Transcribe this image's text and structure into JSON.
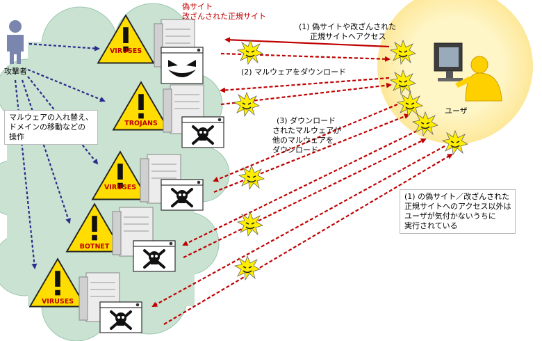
{
  "attacker": {
    "label": "攻撃者"
  },
  "user": {
    "label": "ユーザ"
  },
  "title": {
    "line1": "偽サイト",
    "line2": "改ざんされた正規サイト"
  },
  "note_attacker": {
    "line1": "マルウェアの入れ替え、",
    "line2": "ドメインの移動などの",
    "line3": "操作"
  },
  "step1": {
    "line1": "(1) 偽サイトや改ざんされた",
    "line2": "正規サイトへアクセス"
  },
  "step2": {
    "label": "(2) マルウェアをダウンロード"
  },
  "step3": {
    "line1": "(3) ダウンロード",
    "line2": "されたマルウェアが",
    "line3": "他のマルウェアを",
    "line4": "ダウンロード"
  },
  "note_bottom": {
    "line1": "(1) の偽サイト／改ざんされた",
    "line2": "正規サイトへのアクセス以外は",
    "line3": "ユーザが気付かないうちに",
    "line4": "実行されている"
  },
  "warnings": [
    {
      "label": "VIRUSES"
    },
    {
      "label": "TROJANS"
    },
    {
      "label": "VIRUSES"
    },
    {
      "label": "BOTNET"
    },
    {
      "label": "VIRUSES"
    }
  ],
  "colors": {
    "cloud": "#c9e2d2",
    "arrow_red": "#c00000",
    "arrow_blue": "#2b2b8c",
    "warning_yellow": "#ffdd00",
    "burst_yellow": "#ffee00",
    "user_circle": "#fff3bf"
  }
}
